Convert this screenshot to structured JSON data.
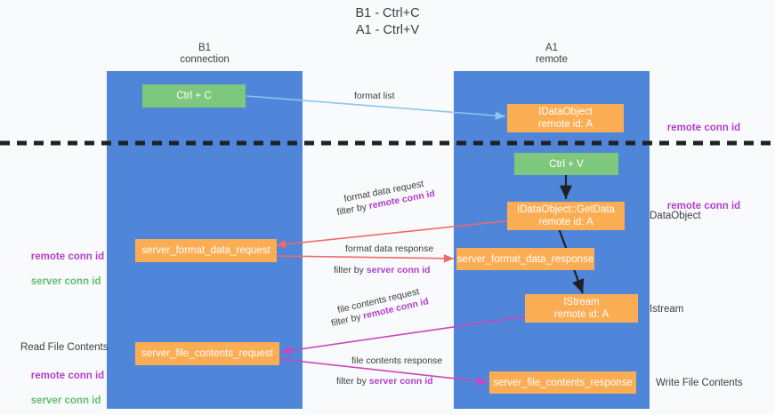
{
  "title": "B1 - Ctrl+C\nA1 - Ctrl+V",
  "lanes": [
    {
      "name": "b1",
      "title": "B1\nconnection"
    },
    {
      "name": "a1",
      "title": "A1\nremote"
    }
  ],
  "nodes": {
    "ctrl_c": {
      "line1": "Ctrl + C",
      "line2": "",
      "color": "#7ec87e"
    },
    "idataobject": {
      "line1": "IDataObject",
      "line2": "remote id: A",
      "color": "#fbad54"
    },
    "ctrl_v": {
      "line1": "Ctrl + V",
      "line2": "",
      "color": "#7ec87e"
    },
    "getdata": {
      "line1": "IDataObject::GetData",
      "line2": "remote id: A",
      "color": "#fbad54"
    },
    "server_format_data_request": {
      "line1": "server_format_data_request",
      "line2": "",
      "color": "#fbad54"
    },
    "server_format_data_response": {
      "line1": "server_format_data_response",
      "line2": "",
      "color": "#fbad54"
    },
    "istream": {
      "line1": "IStream",
      "line2": "remote id: A",
      "color": "#fbad54"
    },
    "server_file_contents_request": {
      "line1": "server_file_contents_request",
      "line2": "",
      "color": "#fbad54"
    },
    "server_file_contents_response": {
      "line1": "server_file_contents_response",
      "line2": "",
      "color": "#fbad54"
    }
  },
  "edge_labels": {
    "format_list": "format list",
    "format_data_request": "format data request",
    "format_data_request_filter_prefix": "filter by ",
    "format_data_request_filter_key": "remote conn id",
    "format_data_response": "format data response",
    "format_data_response_filter_prefix": "filter by ",
    "format_data_response_filter_key": "server conn id",
    "file_contents_request": "file contents request",
    "file_contents_request_filter_prefix": "filter by ",
    "file_contents_request_filter_key": "remote conn id",
    "file_contents_response": "file contents response",
    "file_contents_response_filter_prefix": "filter by ",
    "file_contents_response_filter_key": "server conn id"
  },
  "side_labels": {
    "right_remote_conn_id_top": "remote conn id",
    "right_remote_conn_id_mid": "remote conn id",
    "right_dataobject": "DataObject",
    "right_istream": "Istream",
    "right_write_file_contents": "Write File Contents",
    "left_remote_conn_id": "remote conn id",
    "left_server_conn_id": "server conn id",
    "left_read_file_contents": "Read File Contents",
    "left_remote_conn_id_2": "remote conn id",
    "left_server_conn_id_2": "server conn id"
  },
  "colors": {
    "lane": "#5086d9",
    "green_node": "#7ec87e",
    "orange_node": "#fbad54",
    "purple": "#b23fcc",
    "green_text": "#5fbf72",
    "arrow_blue": "#8ec5ea",
    "arrow_red": "#ef6a6a",
    "arrow_magenta": "#cc44bb",
    "arrow_black": "#202124",
    "divider": "#202124",
    "background": "#f9fafb"
  }
}
